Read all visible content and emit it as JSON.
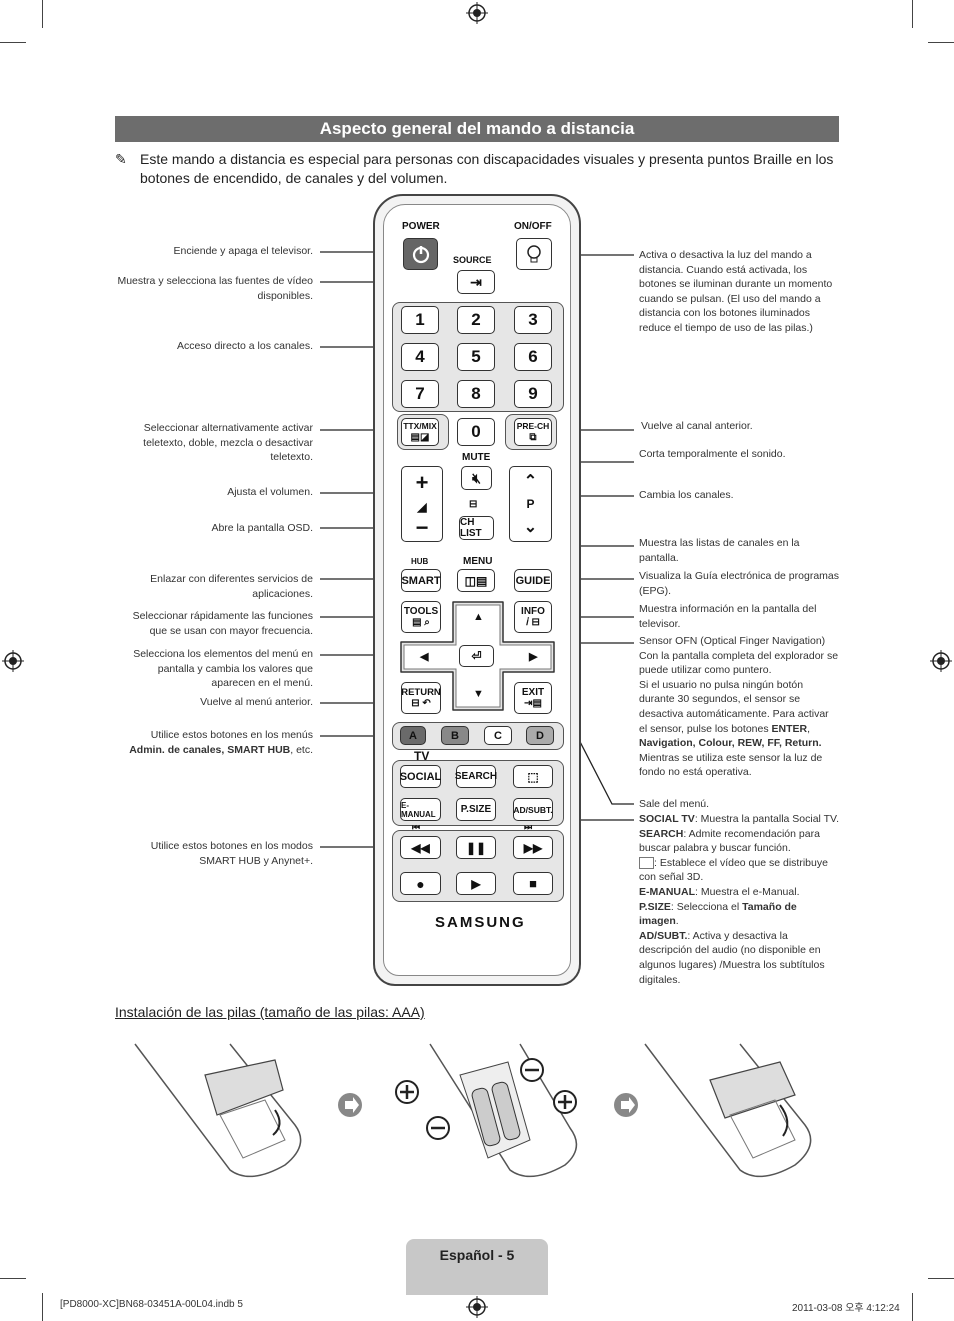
{
  "title": "Aspecto general del mando a distancia",
  "note": "Este mando a distancia es especial para personas con discapacidades visuales y presenta puntos Braille en los botones de encendido, de canales y del volumen.",
  "left_labels": {
    "power": "Enciende y apaga el televisor.",
    "source": "Muestra y selecciona las fuentes de vídeo disponibles.",
    "numbers": "Acceso directo a los canales.",
    "ttx": "Seleccionar alternativamente activar teletexto, doble, mezcla o desactivar teletexto.",
    "volume": "Ajusta el volumen.",
    "menu": "Abre la pantalla OSD.",
    "smart": "Enlazar con diferentes servicios de aplicaciones.",
    "tools": "Seleccionar rápidamente las funciones que se usan con mayor frecuencia.",
    "ofn": "Selecciona los elementos del menú en pantalla y cambia los valores que aparecen en el menú.",
    "return": "Vuelve al menú anterior.",
    "abcd_1": "Utilice estos botones en los menús",
    "abcd_2": "Admin. de canales, SMART HUB",
    "abcd_3": ", etc.",
    "media_1": "Utilice estos botones en los modos",
    "media_2": "SMART HUB",
    "media_3": " y ",
    "media_4": "Anynet+",
    "media_5": "."
  },
  "right_labels": {
    "onoff": "Activa o desactiva la luz del mando a distancia. Cuando está activada, los botones se iluminan durante un momento cuando se pulsan. (El uso del mando a distancia con los botones iluminados reduce el tiempo de uso de las pilas.)",
    "prech": "Vuelve al canal anterior.",
    "mute": "Corta temporalmente el sonido.",
    "channel": "Cambia los canales.",
    "chlist": "Muestra las listas de canales en la pantalla.",
    "guide": "Visualiza la Guía electrónica de programas (EPG).",
    "info": "Muestra información en la pantalla del televisor.",
    "ofn_1": "Sensor OFN (Optical Finger Navigation)",
    "ofn_2": "Con la pantalla completa del explorador se puede utilizar como puntero.",
    "ofn_3": "Si el usuario no pulsa ningún botón durante 30 segundos, el sensor se desactiva automáticamente. Para activar el sensor, pulse los botones",
    "ofn_enter": "ENTER",
    "ofn_4": "Navigation, Colour, REW, FF, Return.",
    "ofn_5": "Mientras se utiliza este sensor la luz de fondo no está operativa.",
    "exit": "Sale del menú.",
    "social_k": "SOCIAL TV",
    "social_v": ": Muestra la pantalla ",
    "social_v2": "Social TV",
    "search_k": "SEARCH",
    "search_v": ": Admite recomendación para buscar palabra y buscar función.",
    "threed_v": ": Establece el vídeo que se distribuye con señal ",
    "threed_v2": "3D",
    "emanual_k": "E-MANUAL",
    "emanual_v": ": Muestra el ",
    "emanual_v2": "e-Manual",
    "psize_k": "P.SIZE",
    "psize_v": ": Selecciona el ",
    "psize_v2": "Tamaño de imagen",
    "adsubt_k": "AD/SUBT.",
    "adsubt_v": ": Activa y desactiva la descripción del audio (no disponible en algunos lugares) /Muestra los subtítulos digitales."
  },
  "remote": {
    "power": "POWER",
    "onoff": "ON/OFF",
    "source": "SOURCE",
    "digits": [
      "1",
      "2",
      "3",
      "4",
      "5",
      "6",
      "7",
      "8",
      "9",
      "0"
    ],
    "ttx": "TTX/MIX",
    "prech": "PRE-CH",
    "mute": "MUTE",
    "chlist": "CH LIST",
    "p": "P",
    "hub": "HUB",
    "menu": "MENU",
    "smart": "SMART",
    "guide": "GUIDE",
    "tools": "TOOLS",
    "info": "INFO",
    "return": "RETURN",
    "exit": "EXIT",
    "a": "A",
    "b": "B",
    "c": "C",
    "d": "D",
    "tv": "TV",
    "social": "SOCIAL",
    "search": "SEARCH",
    "emanual": "E-MANUAL",
    "psize": "P.SIZE",
    "adsubt": "AD/SUBT.",
    "brand": "SAMSUNG"
  },
  "pilas_title": "Instalación de las pilas (tamaño de las pilas: AAA)",
  "footer": {
    "page": "Español - 5",
    "file": "[PD8000-XC]BN68-03451A-00L04.indb   5",
    "date": "2011-03-08   오후 4:12:24"
  }
}
